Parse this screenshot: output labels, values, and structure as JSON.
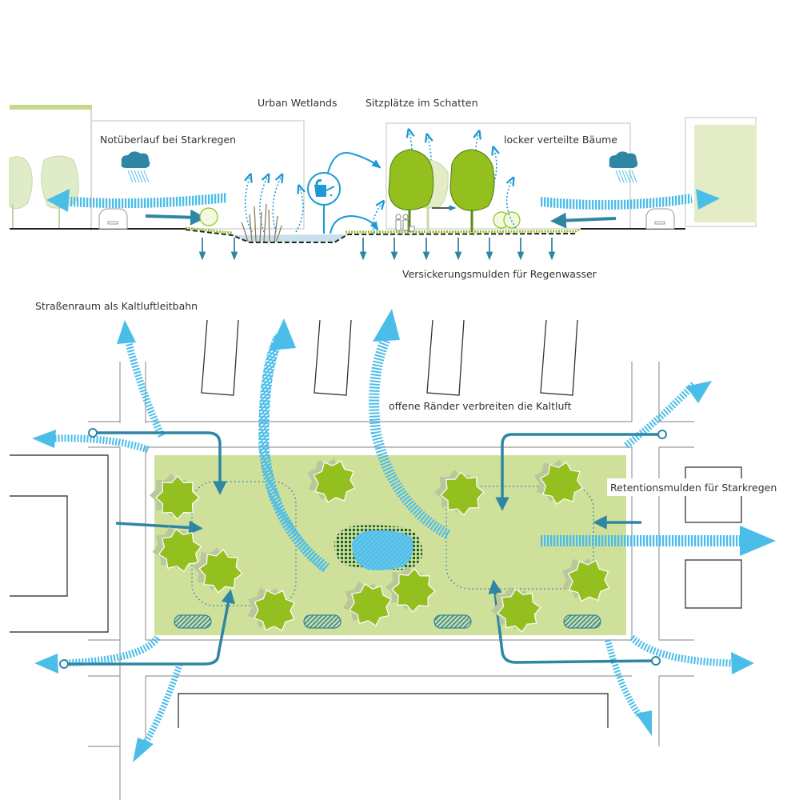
{
  "section": {
    "labels": {
      "urban_wetlands": "Urban Wetlands",
      "seating_shade": "Sitzplätze im Schatten",
      "emergency_overflow": "Notüberlauf bei Starkregen",
      "loose_trees": "locker verteilte Bäume",
      "infiltration_swales": "Versickerungsmulden für Regenwasser"
    }
  },
  "plan": {
    "labels": {
      "street_cold_air": "Straßenraum als Kaltluftleitbahn",
      "open_edges": "offene Ränder verbreiten die Kaltluft",
      "retention_swales": "Retentionsmulden für Starkregen"
    }
  },
  "icons": {
    "rain_cloud": "rain-cloud-icon",
    "watering_can": "watering-can-icon",
    "car": "car-icon",
    "people": "people-icon"
  },
  "colors": {
    "cold_air_blue": "#4bbde9",
    "water_teal": "#2f86a3",
    "tree_green": "#93c01f",
    "park_green": "#cfe09b",
    "pale_green": "#e3ecc6",
    "dark_green": "#1a5e2a",
    "outline_gray": "#b0b0b0",
    "building_dark": "#333333"
  }
}
